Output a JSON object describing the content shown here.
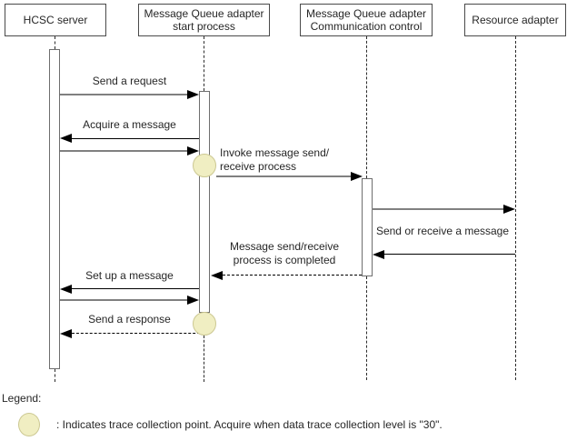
{
  "actors": [
    {
      "label": "HCSC server"
    },
    {
      "label": "Message Queue adapter\nstart process"
    },
    {
      "label": "Message Queue adapter\nCommunication control"
    },
    {
      "label": "Resource adapter"
    }
  ],
  "messages": {
    "send_request": "Send a request",
    "acquire_message": "Acquire a message",
    "invoke_process": "Invoke message send/\nreceive process",
    "send_receive": "Send or receive a message",
    "process_completed": "Message send/receive\nprocess is completed",
    "setup_message": "Set up a message",
    "send_response": "Send a response"
  },
  "legend": {
    "title": "Legend:",
    "trace_point_description": ": Indicates trace collection point. Acquire when data trace collection level is \"30\"."
  },
  "colors": {
    "trace_point_fill": "#F0EEC2",
    "trace_point_border": "#CCC892",
    "request_arrow": "#808080",
    "reply_arrow": "#000000",
    "box_border": "#4a4a4a"
  }
}
